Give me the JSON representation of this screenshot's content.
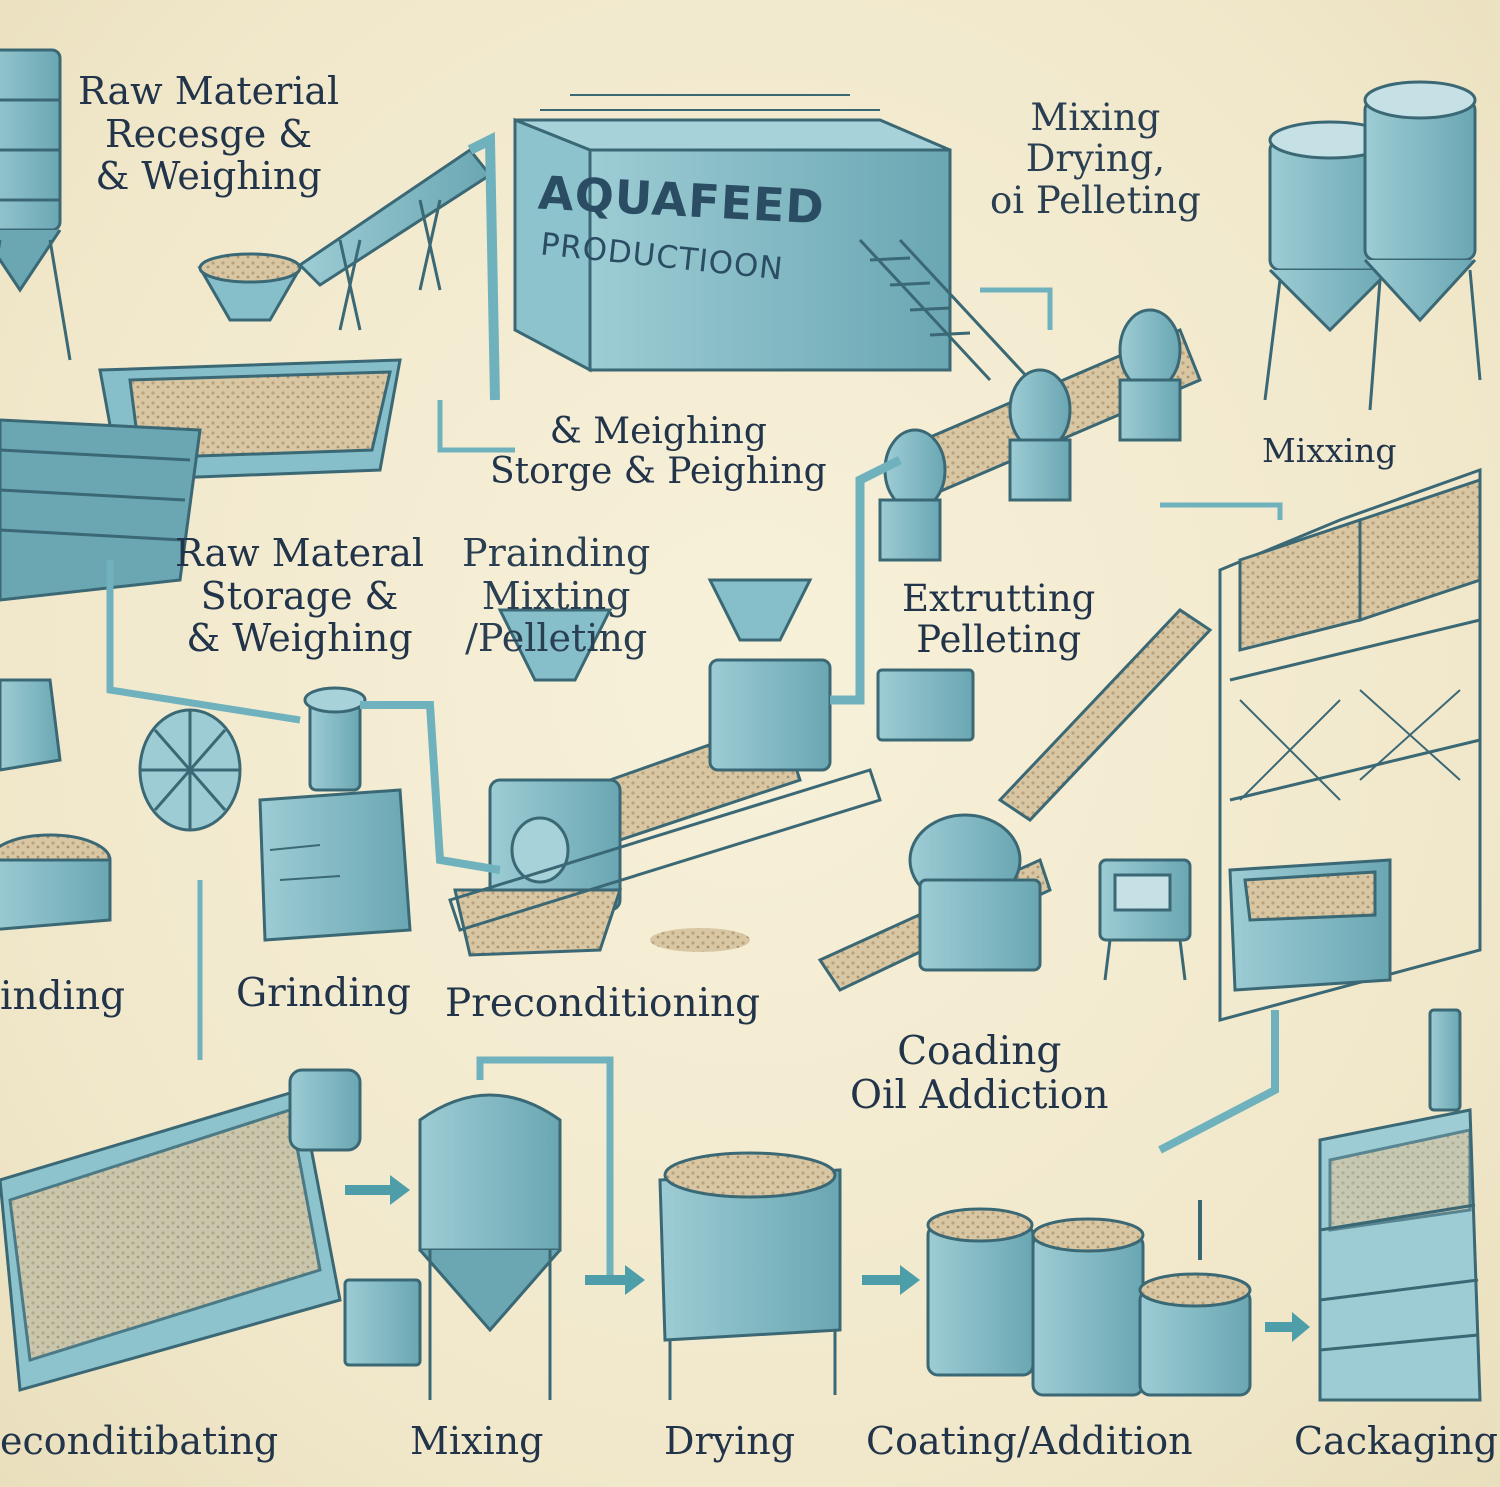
{
  "title": {
    "main": "AQUAFEED",
    "sub": "PRODUCTIOON"
  },
  "labels": {
    "raw_receiving": [
      "Raw Material",
      "Recesge &",
      "& Weighing"
    ],
    "mixing_drying": [
      "Mixing",
      "Drying,",
      "oi Pelleting"
    ],
    "mixing_top_right": "Mixxing",
    "storage_weighing": [
      "& Meighing",
      "Storge & Peighing"
    ],
    "raw_storage": [
      "Raw Materal",
      "Storage &",
      "& Weighing"
    ],
    "grinding_mixing": [
      "Prainding",
      "Mixting",
      "/Pelleting"
    ],
    "extruding": [
      "Extrutting",
      "Pelleting"
    ],
    "grinding_left": "inding",
    "grinding_center": "Grinding",
    "preconditioning": "Preconditioning",
    "coating_oil": [
      "Coading",
      "Oil Addiction"
    ]
  },
  "flow_steps": [
    "econditibating",
    "Mixing",
    "Drying",
    "Coating/Addition",
    "Cackaging"
  ],
  "colors": {
    "background": "#f3ecd2",
    "machine": "#7fb9c4",
    "machine_dark": "#5d98a5",
    "outline": "#3b6875",
    "feed": "#d8c6a3",
    "pipe": "#6fb2bd",
    "text": "#22344a"
  }
}
